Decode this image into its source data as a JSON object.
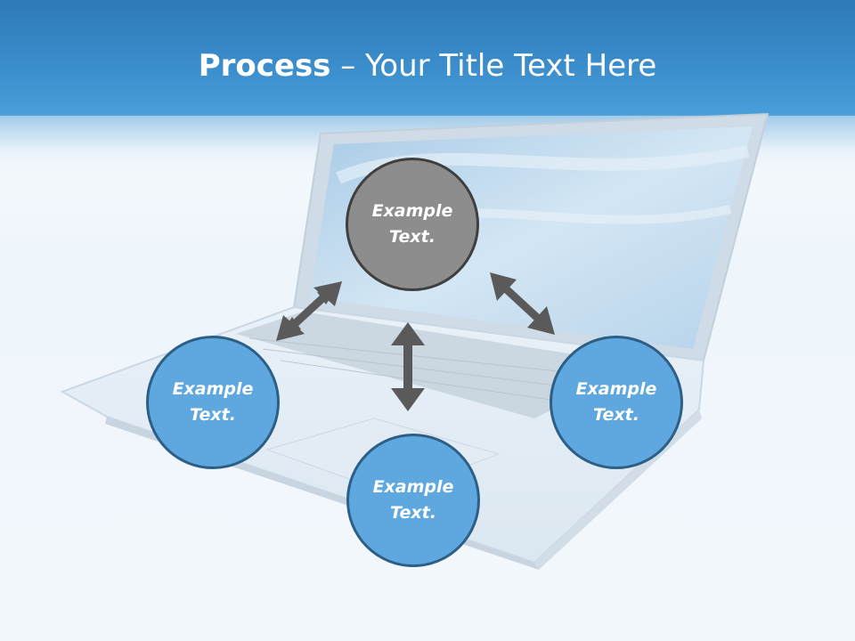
{
  "slide": {
    "title_bold": "Process",
    "title_rest": " – Your Title Text Here"
  },
  "nodes": {
    "top": "Example\nText.",
    "left": "Example\nText.",
    "bottom": "Example\nText.",
    "right": "Example\nText."
  },
  "colors": {
    "header": "#3a8ccb",
    "node_blue": "#5ea8df",
    "node_gray": "#8d8d8d",
    "arrow": "#5a5a5a"
  }
}
